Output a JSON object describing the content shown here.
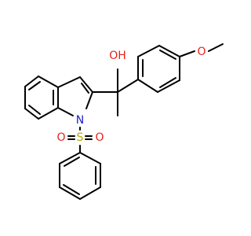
{
  "molecule": {
    "atoms": {
      "hydroxyl": "OH",
      "methoxy_oxygen": "O",
      "nitrogen": "N",
      "sulfur": "S",
      "sulfonyl_oxygen_left": "O",
      "sulfonyl_oxygen_right": "O"
    },
    "colors": {
      "bond": "#000000",
      "nitrogen": "#1f22c8",
      "oxygen": "#e8221c",
      "sulfur": "#b3a800"
    }
  }
}
